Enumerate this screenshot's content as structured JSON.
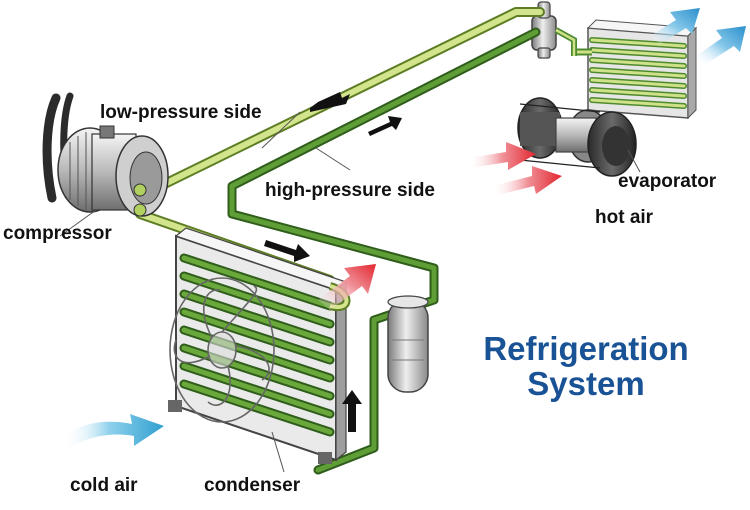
{
  "labels": {
    "low_pressure": "low-pressure side",
    "high_pressure": "high-pressure side",
    "compressor": "compressor",
    "evaporator": "evaporator",
    "hot_air": "hot air",
    "cold_air": "cold air",
    "condenser": "condenser"
  },
  "title": {
    "line1": "Refrigeration",
    "line2": "System"
  },
  "colors": {
    "title": "#1a5296",
    "high_pipe": "#4e8a2e",
    "low_pipe": "#c8dc78",
    "hot_arrow": "#e8333a",
    "cold_arrow": "#4fb6de",
    "flow_arrow": "#111111"
  },
  "icons": [
    "compressor-icon",
    "condenser-icon",
    "fan-icon",
    "evaporator-icon",
    "blower-icon",
    "receiver-drier-icon",
    "expansion-valve-icon"
  ]
}
